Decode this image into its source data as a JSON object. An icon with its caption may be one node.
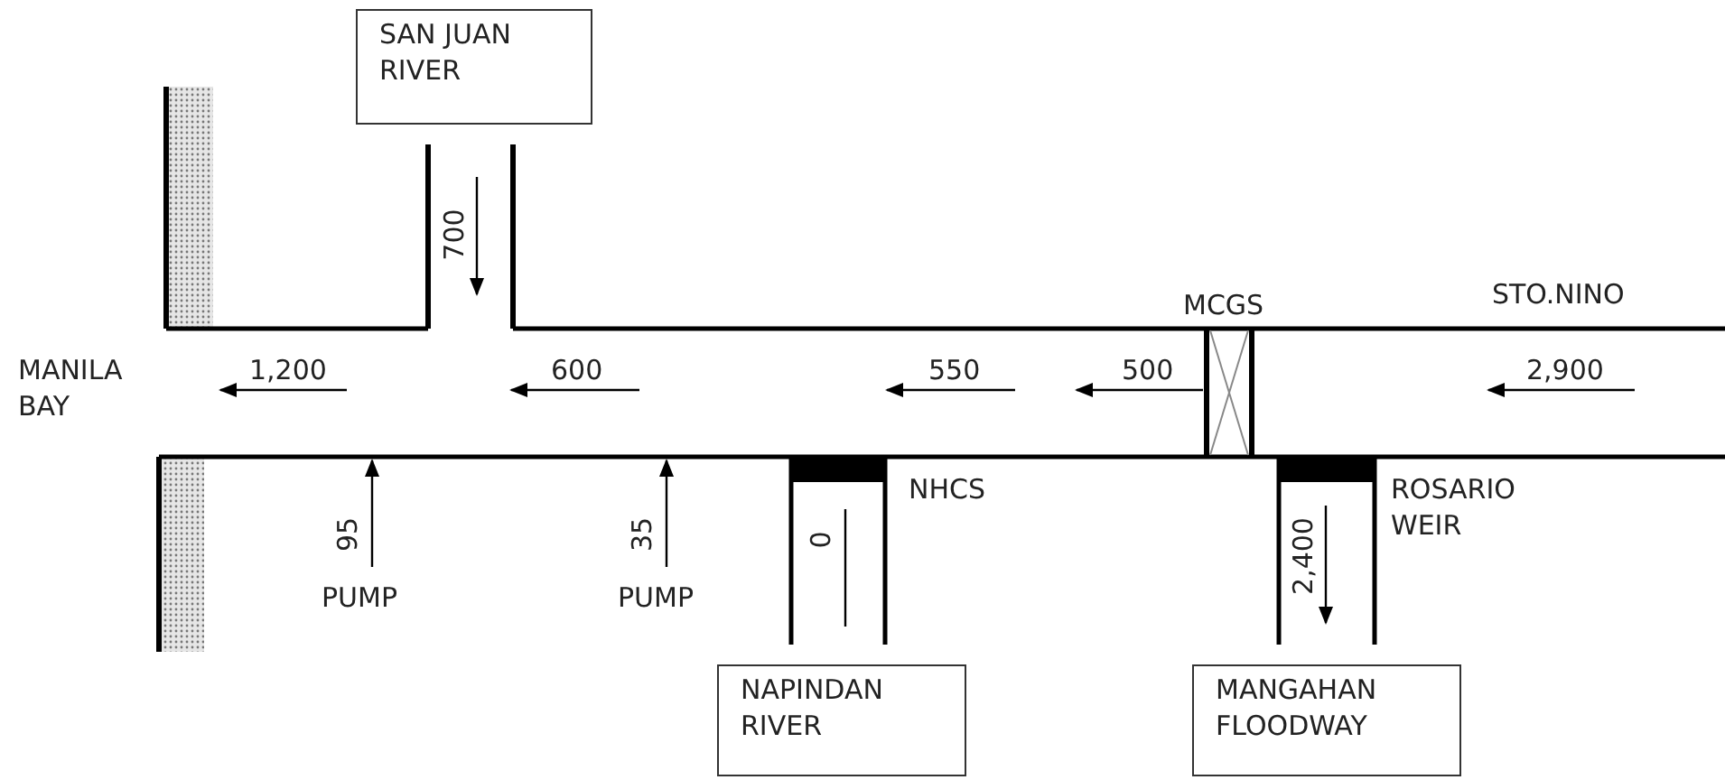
{
  "diagram": {
    "nodes": [
      {
        "text": [
          "SAN JUAN RIVER"
        ]
      },
      {
        "text": [
          "NAPINDAN RIVER"
        ]
      },
      {
        "text": [
          "MANGAHAN FLOODWAY"
        ]
      }
    ],
    "labels": [
      "700",
      "STO.NINO",
      "MCGS",
      "MANILA BAY",
      "1,200",
      "600",
      "550",
      "500",
      "2,900",
      "NHCS",
      "ROSARIO WEIR",
      "95",
      "35",
      "0",
      "2,400",
      "PUMP",
      "PUMP"
    ]
  }
}
